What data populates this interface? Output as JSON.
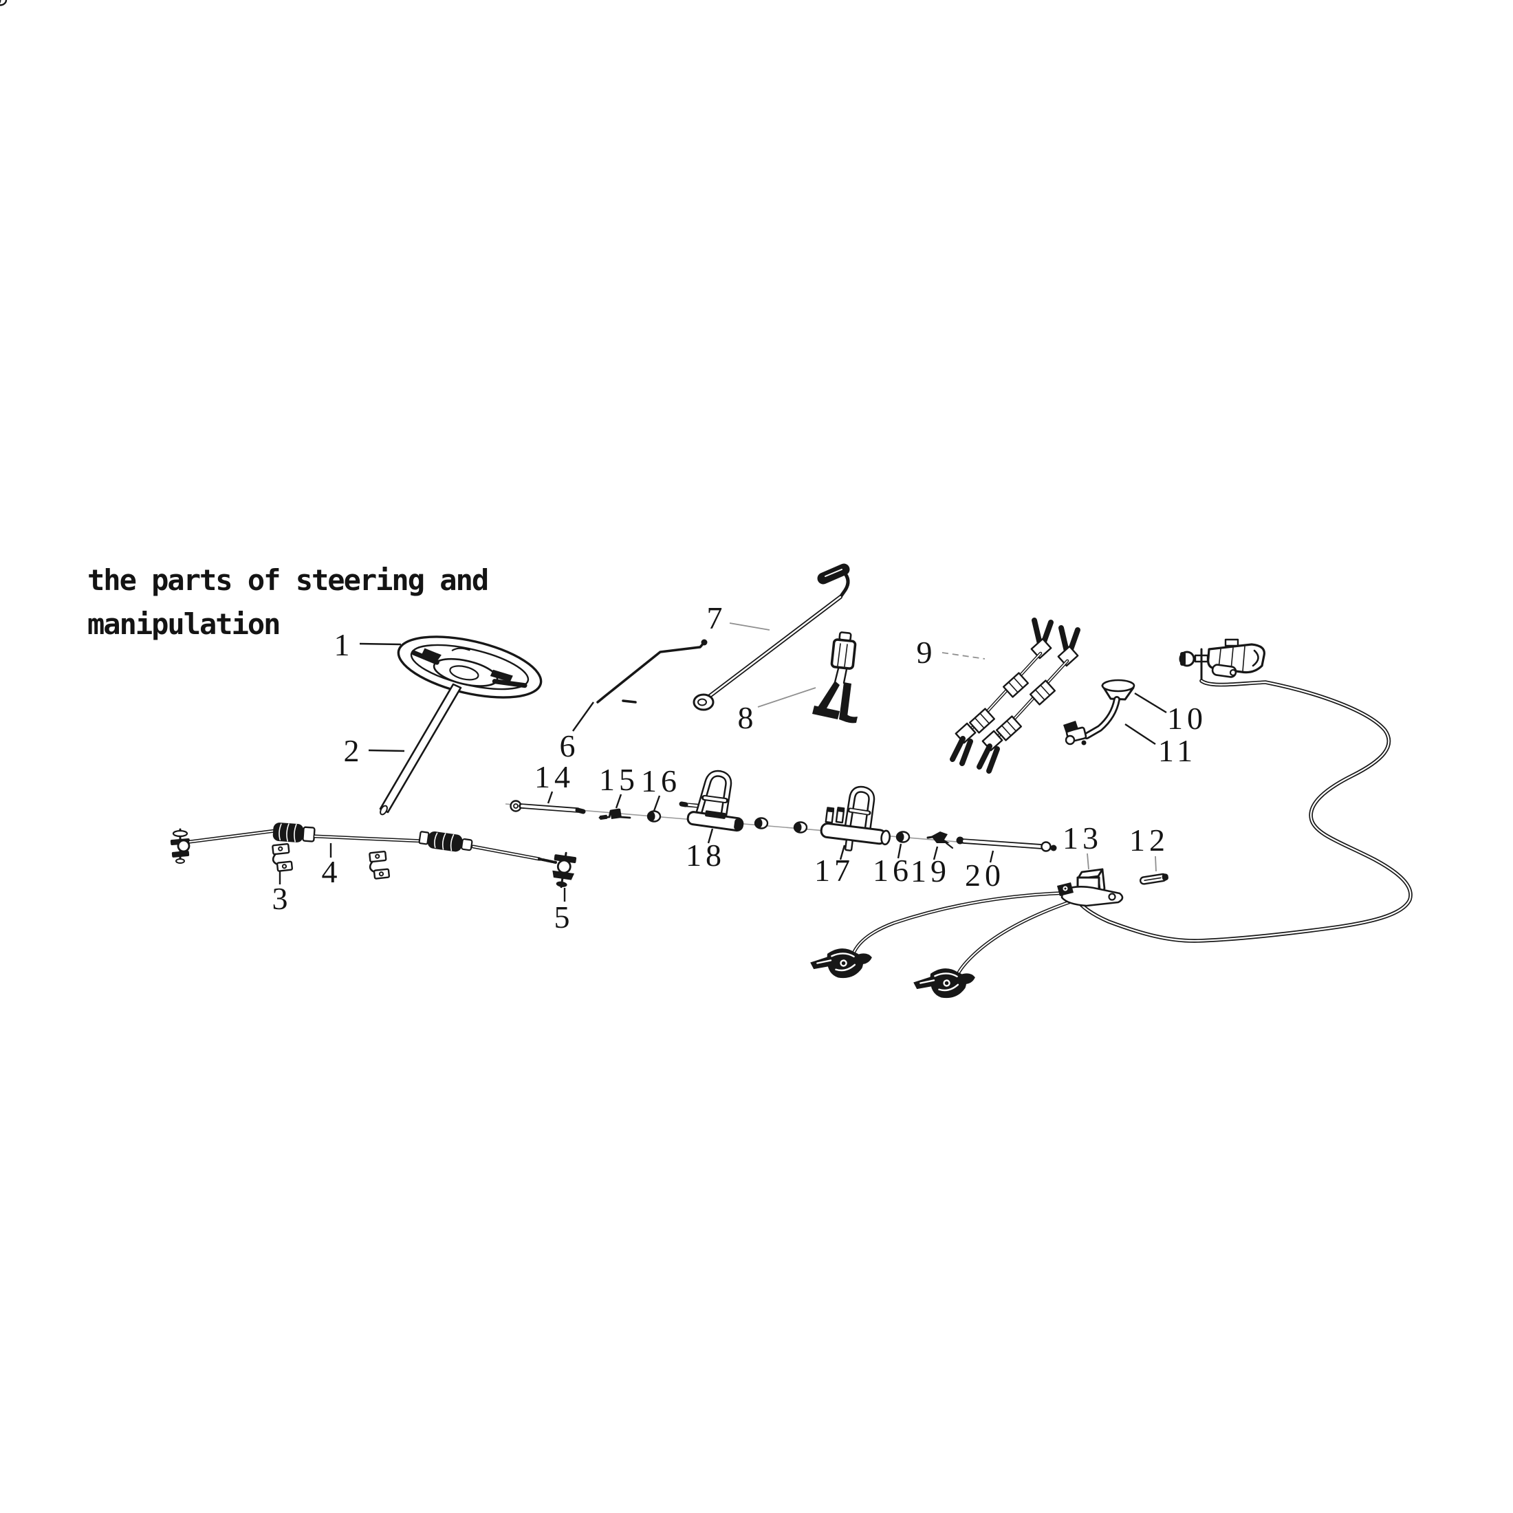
{
  "title": {
    "line1": "the parts of steering and",
    "line2": "manipulation"
  },
  "labels": {
    "n1": "1",
    "n2": "2",
    "n3": "3",
    "n4": "4",
    "n5": "5",
    "n6": "6",
    "n7": "7",
    "n8": "8",
    "n9": "9",
    "n10": "10",
    "n11": "11",
    "n12": "12",
    "n13": "13",
    "n14": "14",
    "n15": "15",
    "n16": "16",
    "n16b": "16",
    "n17": "17",
    "n18": "18",
    "n19": "19",
    "n20": "20"
  },
  "colors": {
    "ink": "#171717",
    "leader_gray": "#8f8f8f",
    "background": "#ffffff"
  }
}
